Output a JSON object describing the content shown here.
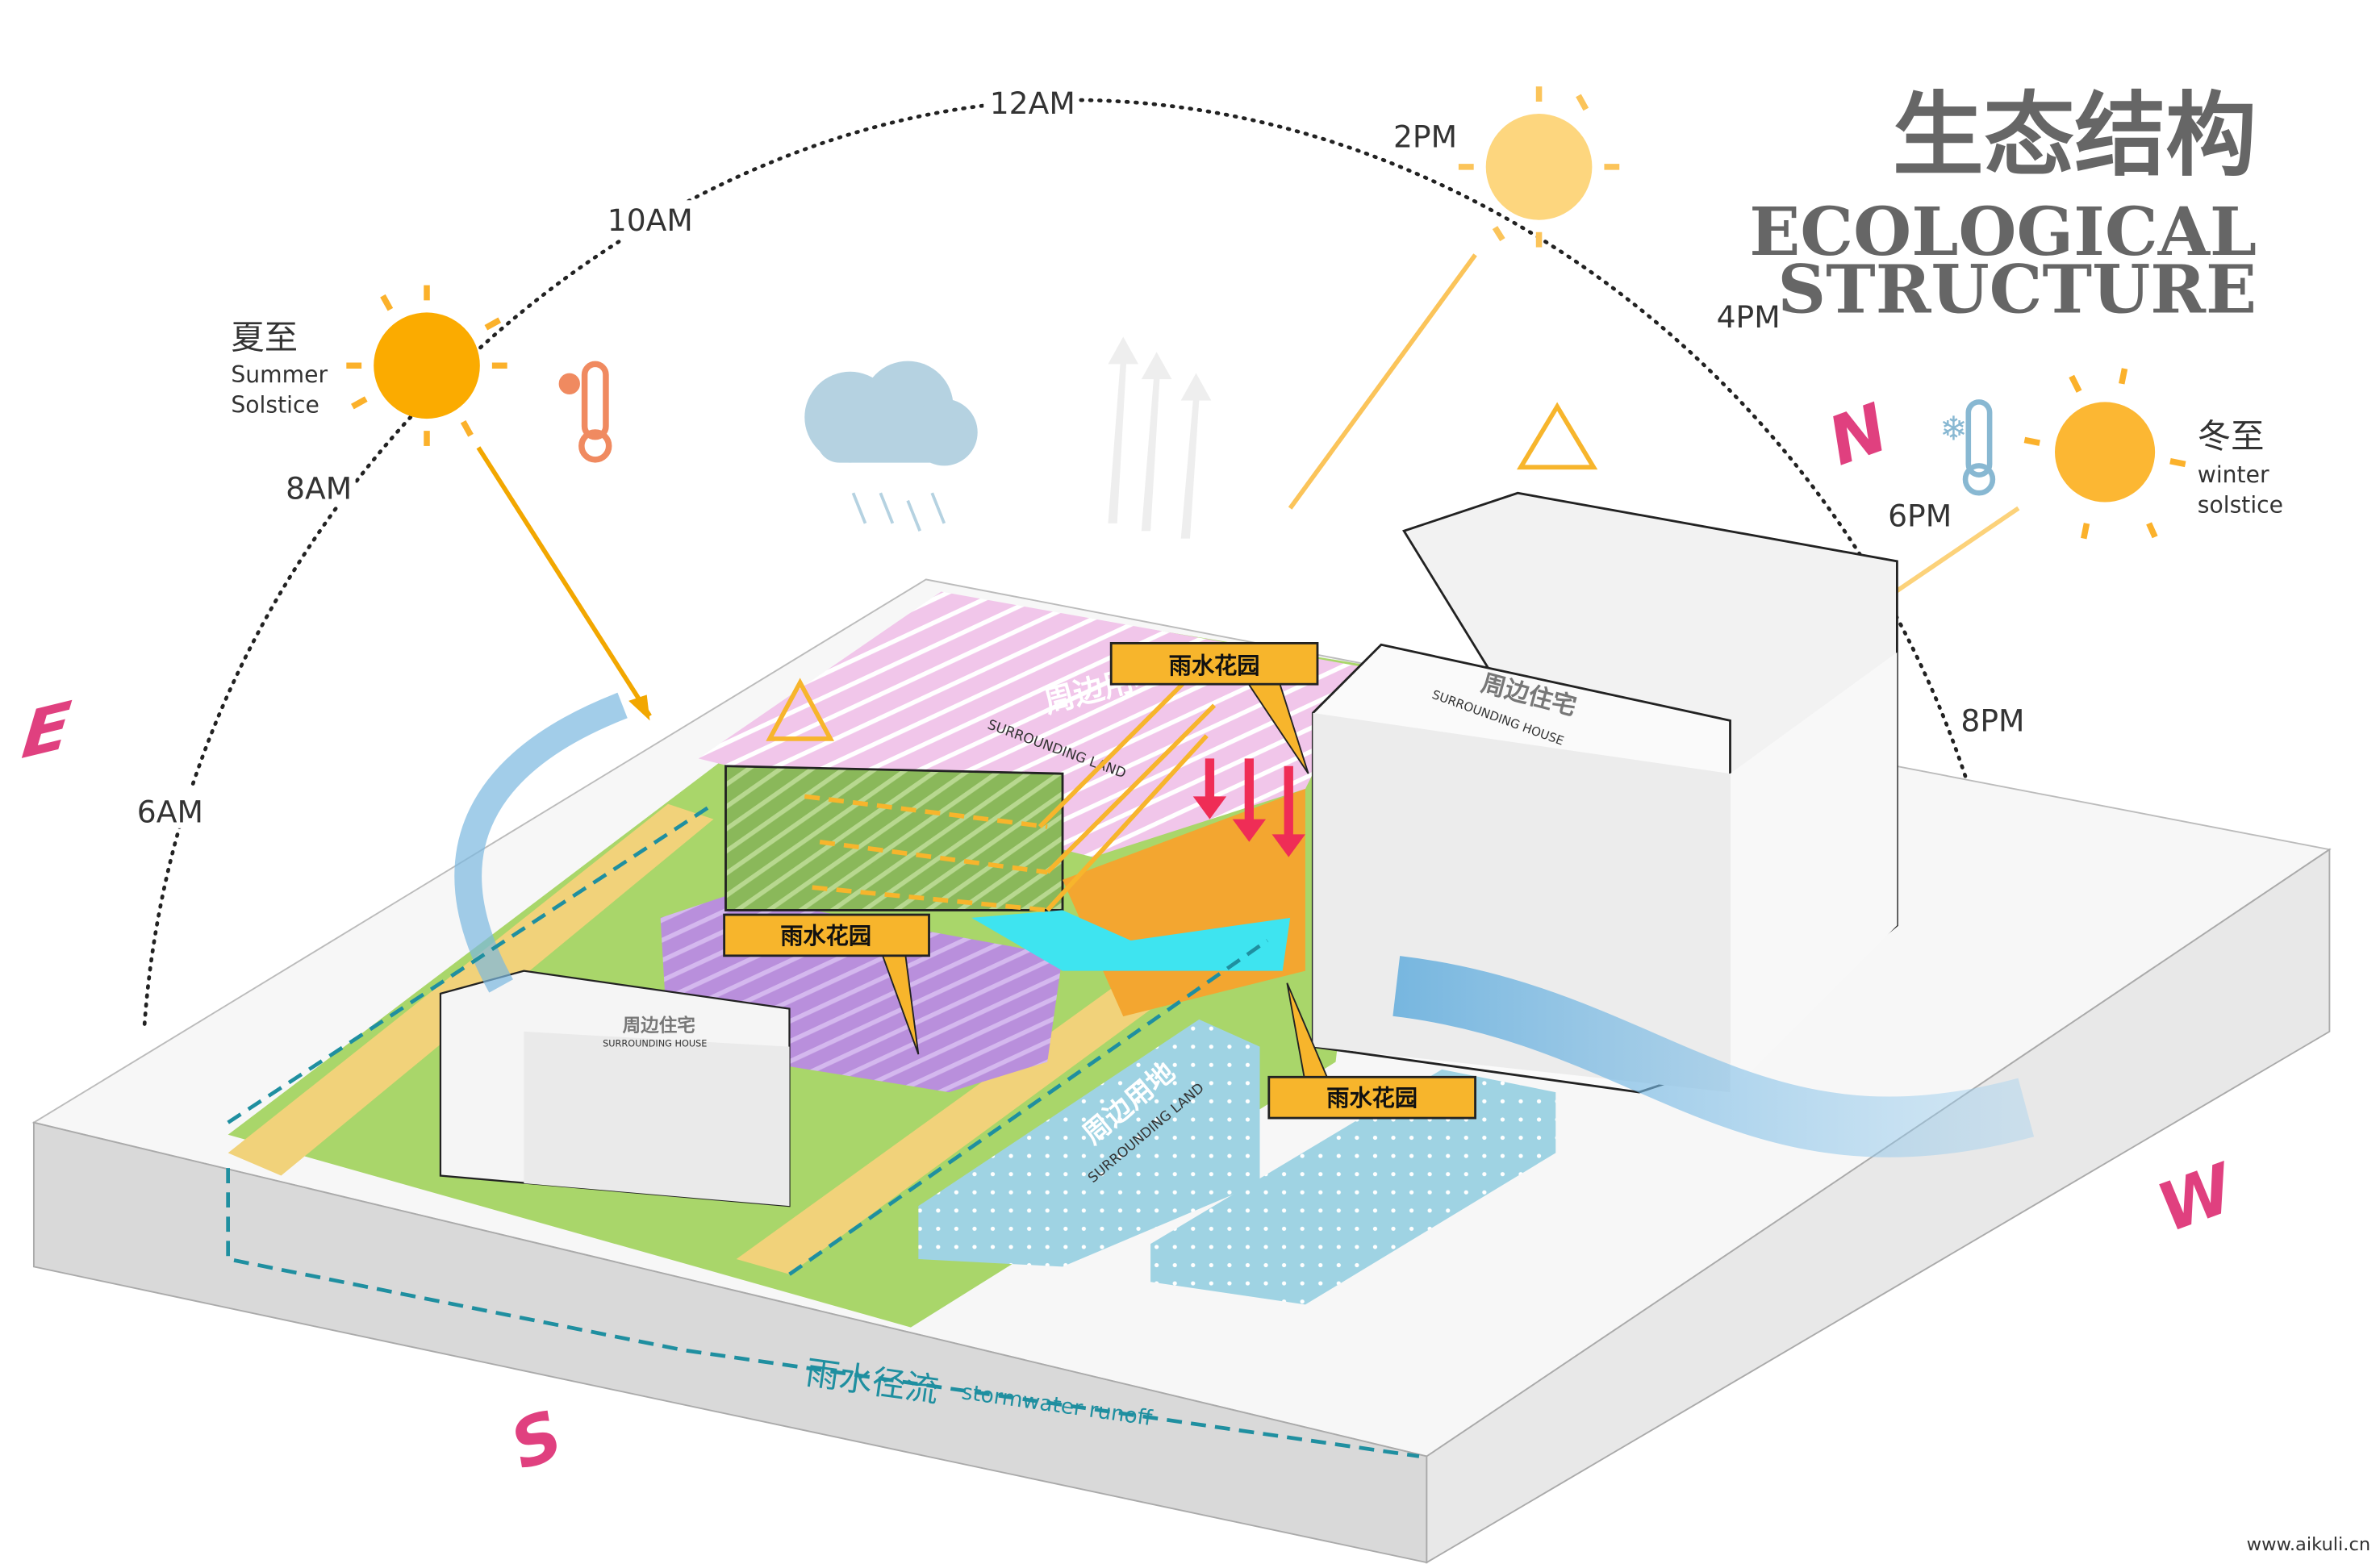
{
  "title": {
    "cn": "生态结构",
    "en_line1": "ECOLOGICAL",
    "en_line2": "STRUCTURE"
  },
  "sun_path": {
    "times": [
      "6AM",
      "8AM",
      "10AM",
      "12AM",
      "2PM",
      "4PM",
      "6PM",
      "8PM"
    ]
  },
  "summer": {
    "cn": "夏至",
    "en_line1": "Summer",
    "en_line2": "Solstice"
  },
  "winter": {
    "cn": "冬至",
    "en_line1": "winter",
    "en_line2": "solstice"
  },
  "directions": {
    "east": "E",
    "north": "N",
    "west": "W",
    "south": "S"
  },
  "callouts": [
    "雨水花园",
    "雨水花园",
    "雨水花园"
  ],
  "surrounding_land": {
    "cn": "周边用地",
    "en": "SURROUNDING LAND"
  },
  "surrounding_house": {
    "cn": "周边住宅",
    "en": "SURROUNDING HOUSE"
  },
  "runoff": {
    "cn": "雨水径流",
    "en": "stormwater runoff"
  },
  "watermark": "www.aikuli.cn",
  "colors": {
    "sun": "#fbb12b",
    "accent_pink": "#e0407f",
    "runoff": "#1f8fa0",
    "callout": "#f7b52c"
  }
}
